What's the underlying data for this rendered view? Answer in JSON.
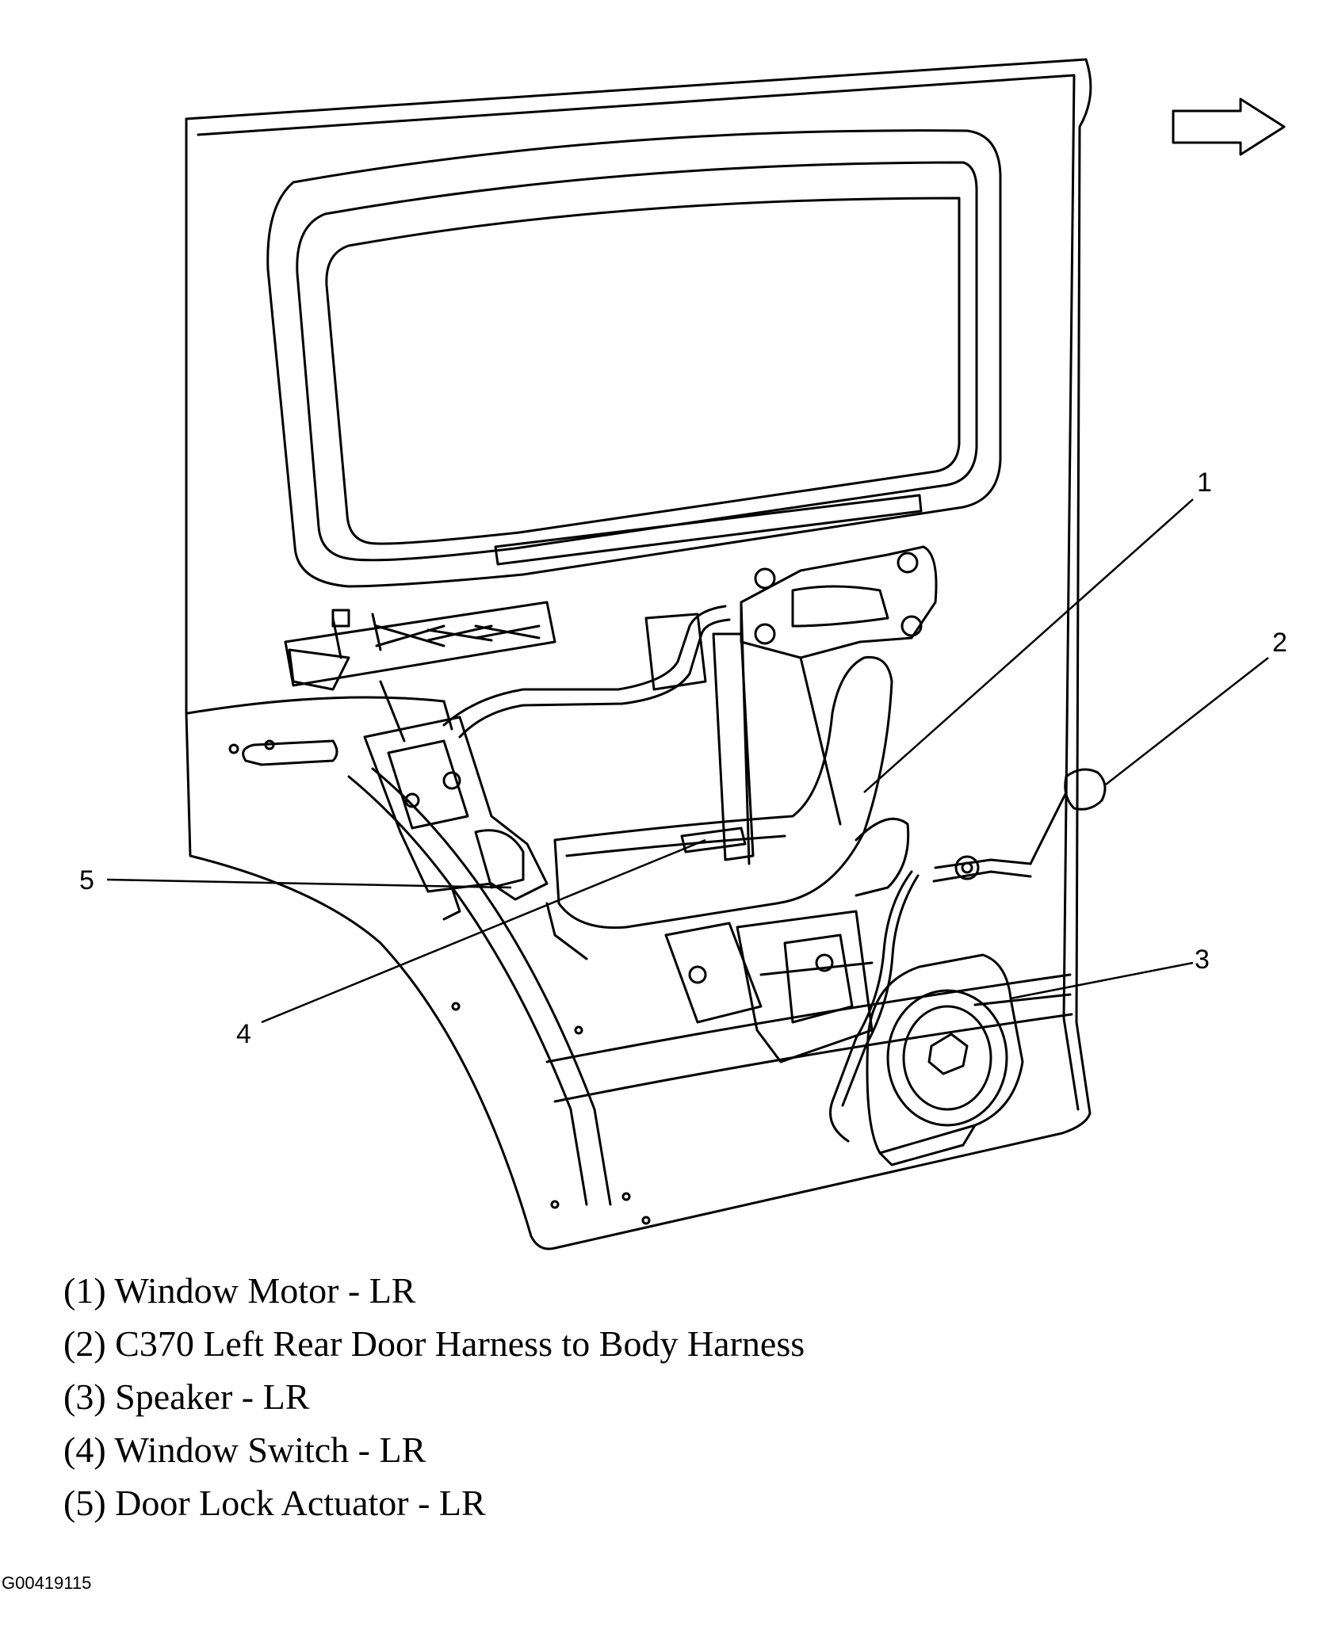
{
  "callouts": [
    "1",
    "2",
    "3",
    "4",
    "5"
  ],
  "legend": [
    {
      "number": "(1)",
      "label": "Window Motor - LR"
    },
    {
      "number": "(2)",
      "label": "C370 Left Rear Door Harness to Body Harness"
    },
    {
      "number": "(3)",
      "label": "Speaker - LR"
    },
    {
      "number": "(4)",
      "label": "Window Switch - LR"
    },
    {
      "number": "(5)",
      "label": "Door Lock Actuator - LR"
    }
  ],
  "figure_id": "G00419115"
}
